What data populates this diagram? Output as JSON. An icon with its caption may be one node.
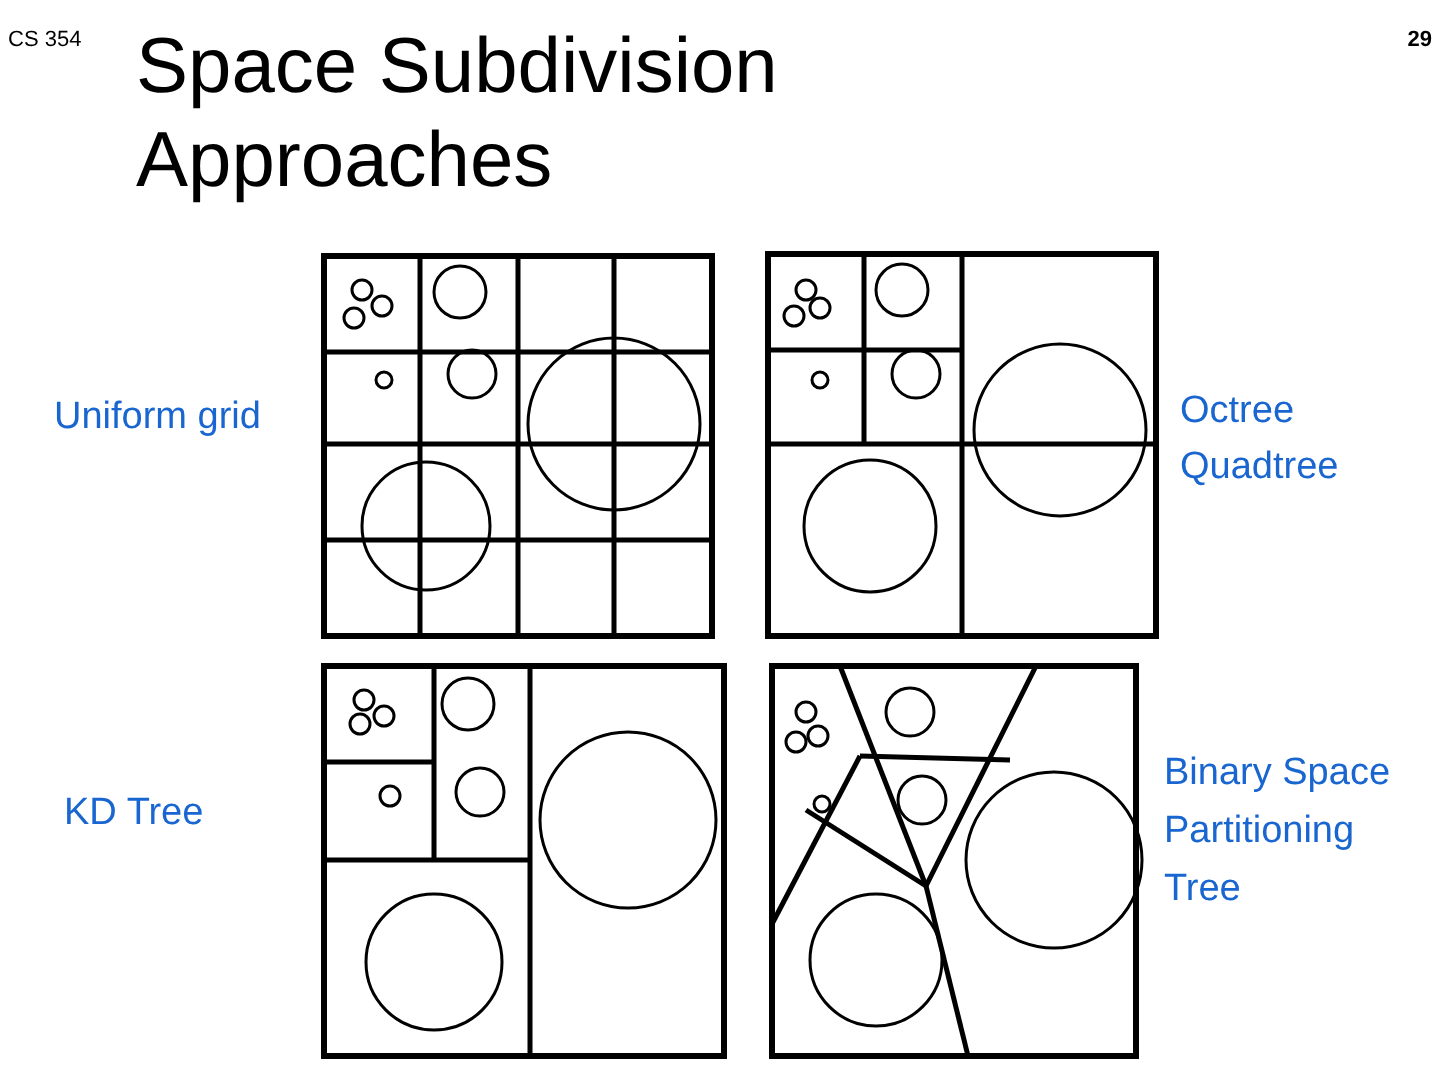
{
  "diagram": {
    "title": "Space Subdivision Approaches",
    "labels": [
      "CS 354",
      "29",
      "Uniform grid",
      "Octree Quadtree",
      "KD Tree",
      "Binary Space Partitioning Tree"
    ]
  }
}
